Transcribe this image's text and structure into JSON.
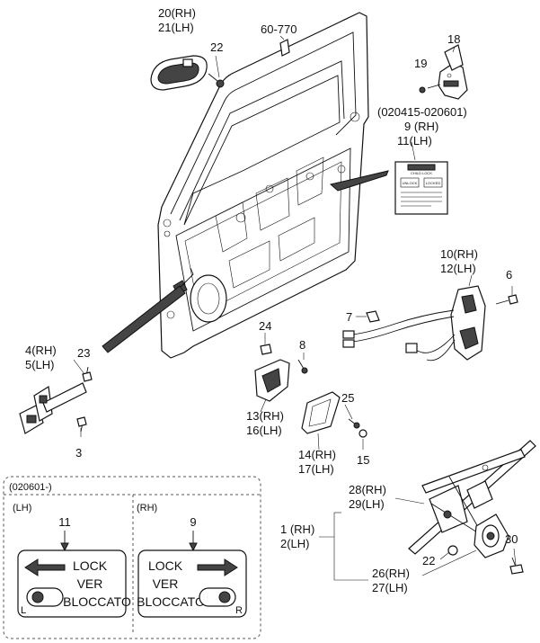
{
  "labels": {
    "p20_21": [
      "20(RH)",
      "21(LH)"
    ],
    "p22_top": "22",
    "p60_770": "60-770",
    "p18": "18",
    "p19": "19",
    "date_range": "(020415-020601)",
    "p9_11": [
      "9 (RH)",
      "11(LH)"
    ],
    "p10_12": [
      "10(RH)",
      "12(LH)"
    ],
    "p6": "6",
    "p7": "7",
    "p24": "24",
    "p8": "8",
    "p4_5": [
      "4(RH)",
      "5(LH)"
    ],
    "p23": "23",
    "p3": "3",
    "p13_16": [
      "13(RH)",
      "16(LH)"
    ],
    "p25": "25",
    "p14_17": [
      "14(RH)",
      "17(LH)"
    ],
    "p15": "15",
    "p28_29": [
      "28(RH)",
      "29(LH)"
    ],
    "p1_2": [
      "1 (RH)",
      "2(LH)"
    ],
    "p22_bottom": "22",
    "p30": "30",
    "p26_27": [
      "26(RH)",
      "27(LH)"
    ]
  },
  "child_lock_label": {
    "title": "CHILD LOCK",
    "left_word": "UNLOCK",
    "right_word": "LOCKED"
  },
  "inset": {
    "date": "(020601-)",
    "lh": {
      "side": "(LH)",
      "part_no": "11",
      "lines": [
        "LOCK",
        "VER",
        "BLOCCATO"
      ],
      "corner": "L"
    },
    "rh": {
      "side": "(RH)",
      "part_no": "9",
      "lines": [
        "LOCK",
        "VER",
        "BLOCCATO"
      ],
      "corner": "R"
    }
  }
}
